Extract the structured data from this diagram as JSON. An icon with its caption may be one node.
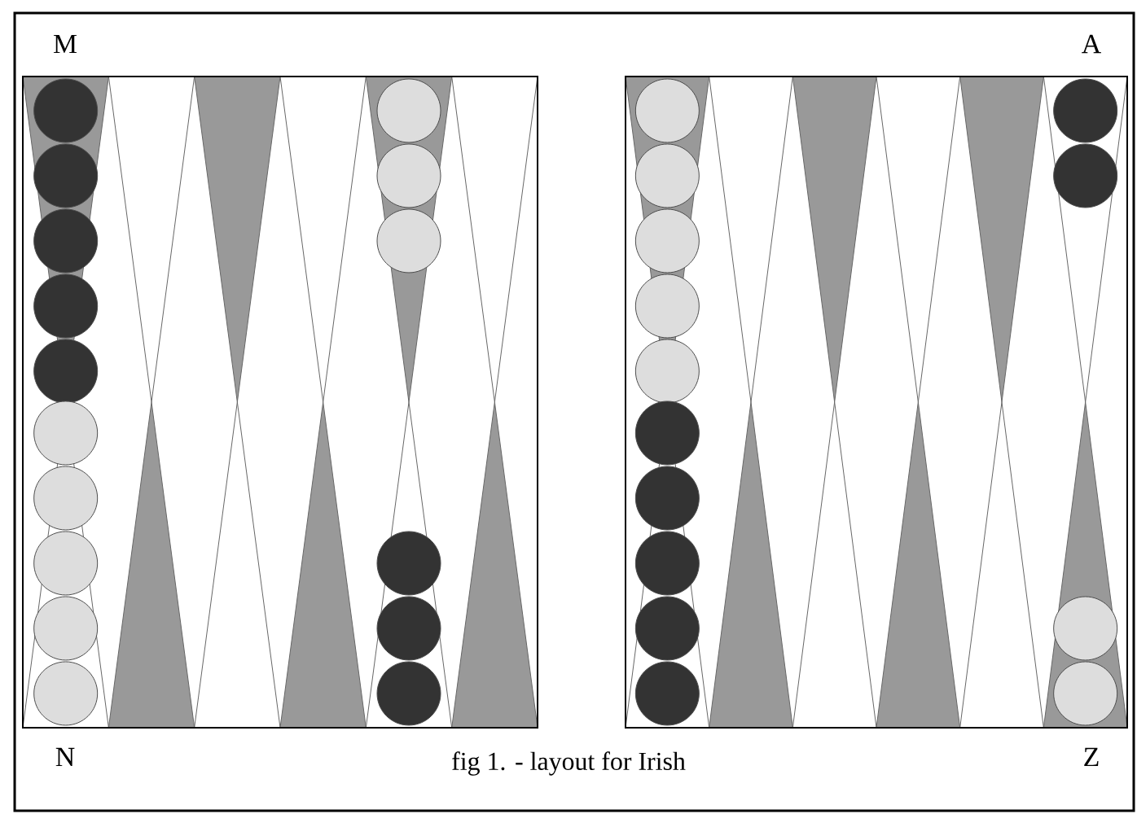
{
  "diagram": {
    "caption": "fig 1. - layout for Irish",
    "labels": [
      "M",
      "A",
      "N",
      "Z"
    ]
  }
}
